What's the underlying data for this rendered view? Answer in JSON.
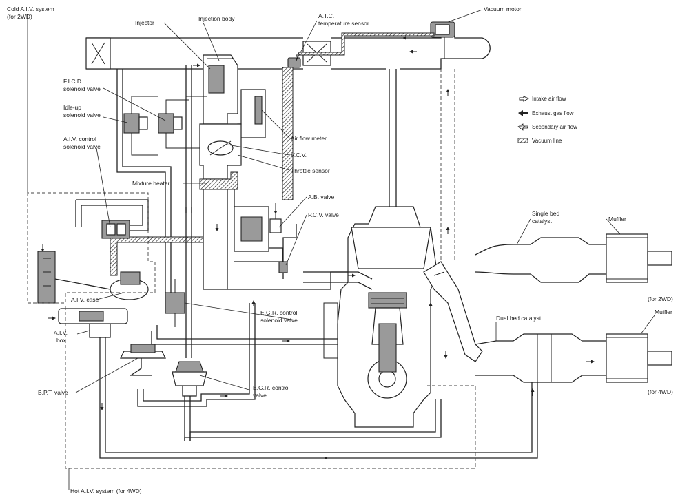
{
  "labels": {
    "cold_aiv_system": "Cold A.I.V. system",
    "cold_aiv_system_sub": "(for 2WD)",
    "injector": "Injector",
    "injection_body": "Injection body",
    "atc_sensor": "A.T.C.",
    "atc_sensor_sub": "temperature sensor",
    "vacuum_motor": "Vacuum motor",
    "ficd_valve": "F.I.C.D.",
    "ficd_valve_sub": "solenoid valve",
    "idle_up_valve": "Idle-up",
    "idle_up_valve_sub": "solenoid valve",
    "aiv_control_valve": "A.I.V. control",
    "aiv_control_valve_sub": "solenoid valve",
    "air_flow_meter": "Air flow meter",
    "vcv": "V.C.V.",
    "throttle_sensor": "Throttle sensor",
    "mixture_heater": "Mixture heater",
    "ab_valve": "A.B. valve",
    "pcv_valve": "P.C.V. valve",
    "aiv_case": "A.I.V. case",
    "egr_solenoid": "E.G.R. control",
    "egr_solenoid_sub": "solenoid valve",
    "aiv_box": "A.I.V.",
    "aiv_box_sub": "box",
    "bpt_valve": "B.P.T. valve",
    "egr_valve": "E.G.R. control",
    "egr_valve_sub": "valve",
    "single_bed": "Single bed",
    "single_bed_sub": "catalyst",
    "muffler_top": "Muffler",
    "for_2wd": "(for 2WD)",
    "dual_bed": "Dual bed catalyst",
    "muffler_bottom": "Muffler",
    "for_4wd": "(for 4WD)",
    "hot_aiv_system": "Hot A.I.V. system (for 4WD)"
  },
  "legend": [
    {
      "icon": "outline-arrow-icon",
      "label": "Intake air flow"
    },
    {
      "icon": "solid-arrow-icon",
      "label": "Exhaust gas flow"
    },
    {
      "icon": "split-arrow-icon",
      "label": "Secondary air flow"
    },
    {
      "icon": "hatched-bar-icon",
      "label": "Vacuum line"
    }
  ]
}
